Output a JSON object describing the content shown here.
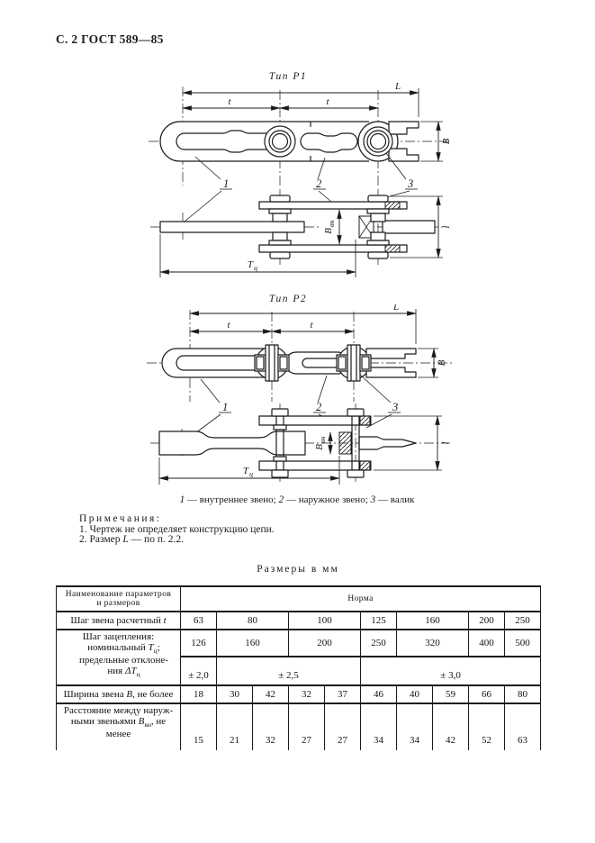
{
  "page": {
    "header": "С. 2 ГОСТ 589—85",
    "ink": "#1c1c1c",
    "paper": "#ffffff"
  },
  "fig_p1": {
    "title": "Тип Р1",
    "dims": {
      "L": "L",
      "t": "t",
      "B": "В",
      "l": "l",
      "Tc_base": "Т",
      "Tc_sub": "ц",
      "Bvn_base": "В",
      "Bvn_sub": "вн"
    },
    "callouts": {
      "c1": "1",
      "c2": "2",
      "c3": "3"
    }
  },
  "fig_p2": {
    "title": "Тип Р2",
    "dims": {
      "L": "L",
      "t": "t",
      "B": "В",
      "l": "l",
      "Tc_base": "Т",
      "Tc_sub": "ц",
      "Bvn_base": "В",
      "Bvn_sub": "вн"
    },
    "callouts": {
      "c1": "1",
      "c2": "2",
      "c3": "3"
    }
  },
  "caption": {
    "n1": "1",
    "t1": "— внутреннее звено;",
    "n2": "2",
    "t2": "— наружное звено;",
    "n3": "3",
    "t3": "— валик"
  },
  "notes": {
    "heading": "Примечания:",
    "item1": "1. Чертеж не определяет конструкцию цепи.",
    "item2_pre": "2. Размер",
    "item2_sym": "L",
    "item2_post": "— по п. 2.2."
  },
  "table": {
    "units": "Размеры в мм",
    "head_params_l1": "Наименование параметров",
    "head_params_l2": "и размеров",
    "head_norm": "Норма",
    "row_t": {
      "label": "Шаг звена расчетный",
      "sym": "t",
      "v": [
        "63",
        "80",
        "100",
        "125",
        "160",
        "200",
        "250"
      ]
    },
    "row_tc": {
      "l1": "Шаг зацепления:",
      "l2a": "номинальный",
      "l2sym": "Т",
      "l2sub": "ц",
      "l2tail": ";",
      "l3": "предельные отклоне-",
      "l4a": "ния",
      "l4sym": "ΔТ",
      "l4sub": "ц",
      "v": [
        "126",
        "160",
        "200",
        "250",
        "320",
        "400",
        "500"
      ]
    },
    "row_dtc": {
      "v": [
        "± 2,0",
        "± 2,5",
        "± 3,0"
      ]
    },
    "row_b": {
      "la": "Ширина звена",
      "sym": "В",
      "lb": ", не более",
      "v": [
        "18",
        "30",
        "42",
        "32",
        "37",
        "46",
        "40",
        "59",
        "66",
        "80"
      ]
    },
    "row_bvn": {
      "l1": "Расстояние между наруж-",
      "l2a": "ными звеньями",
      "l2sym": "В",
      "l2sub": "вн",
      "l2b": ", не",
      "l3": "менее",
      "v": [
        "15",
        "21",
        "32",
        "27",
        "27",
        "34",
        "34",
        "42",
        "52",
        "63"
      ]
    }
  }
}
